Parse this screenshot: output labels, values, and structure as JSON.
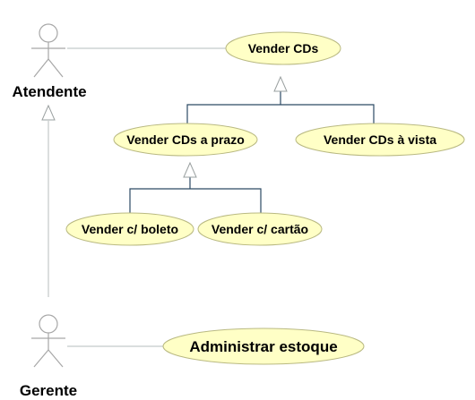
{
  "actors": {
    "atendente": {
      "label": "Atendente"
    },
    "gerente": {
      "label": "Gerente"
    }
  },
  "use_cases": {
    "vender_cds": {
      "label": "Vender CDs"
    },
    "vender_cds_a_prazo": {
      "label": "Vender CDs a prazo"
    },
    "vender_cds_a_vista": {
      "label": "Vender CDs à vista"
    },
    "vender_c_boleto": {
      "label": "Vender c/ boleto"
    },
    "vender_c_cartao": {
      "label": "Vender c/ cartão"
    },
    "administrar_estoque": {
      "label": "Administrar estoque"
    }
  },
  "colors": {
    "use_case_fill": "#ffffc6",
    "use_case_stroke": "#b9b982",
    "actor_stroke": "#a7a7a7",
    "association_line": "#c3c9c9",
    "generalization_line": "#2c4a64",
    "arrowhead": "#9aa0a0"
  }
}
